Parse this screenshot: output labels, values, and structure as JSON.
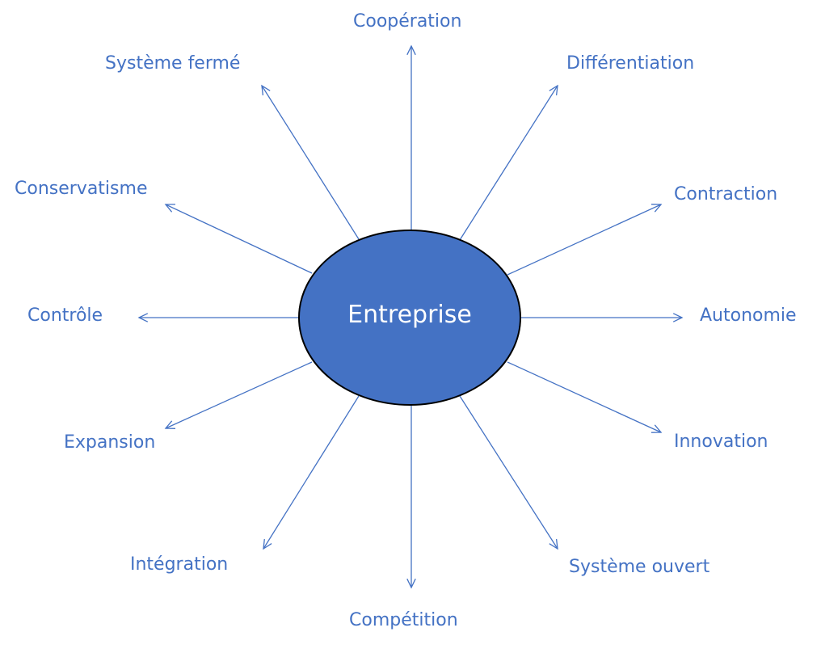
{
  "center": {
    "label": "Entreprise"
  },
  "colors": {
    "accent": "#4472C4",
    "ellipse_fill": "#4472C4",
    "ellipse_stroke": "#000000",
    "text": "#4472C4"
  },
  "spokes": [
    {
      "key": "top",
      "label": "Coopération"
    },
    {
      "key": "top_right",
      "label": "Différentiation"
    },
    {
      "key": "upper_right",
      "label": "Contraction"
    },
    {
      "key": "right",
      "label": "Autonomie"
    },
    {
      "key": "lower_right",
      "label": "Innovation"
    },
    {
      "key": "bottom_right",
      "label": "Système ouvert"
    },
    {
      "key": "bottom",
      "label": "Compétition"
    },
    {
      "key": "bottom_left",
      "label": "Intégration"
    },
    {
      "key": "lower_left",
      "label": "Expansion"
    },
    {
      "key": "left",
      "label": "Contrôle"
    },
    {
      "key": "upper_left",
      "label": "Conservatisme"
    },
    {
      "key": "top_left",
      "label": "Système fermé"
    }
  ]
}
